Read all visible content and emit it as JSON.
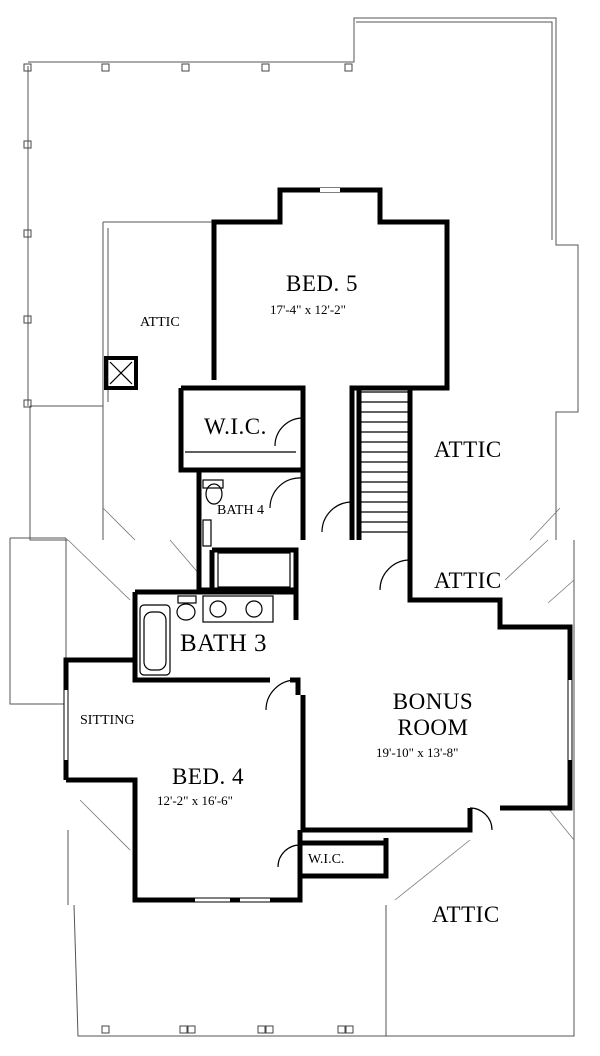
{
  "rooms": {
    "bed5": {
      "name": "BED. 5",
      "size": "17'-4\" x 12'-2\""
    },
    "attic_left": {
      "name": "ATTIC"
    },
    "wic_top": {
      "name": "W.I.C."
    },
    "attic_right_upper": {
      "name": "ATTIC"
    },
    "bath4": {
      "name": "BATH 4"
    },
    "attic_right_middle": {
      "name": "ATTIC"
    },
    "bath3": {
      "name": "BATH 3"
    },
    "bonus": {
      "name_line1": "BONUS",
      "name_line2": "ROOM",
      "size": "19'-10\" x 13'-8\""
    },
    "sitting": {
      "name": "SITTING"
    },
    "bed4": {
      "name": "BED. 4",
      "size": "12'-2\" x 16'-6\""
    },
    "wic_bottom": {
      "name": "W.I.C."
    },
    "attic_right_lower": {
      "name": "ATTIC"
    }
  }
}
